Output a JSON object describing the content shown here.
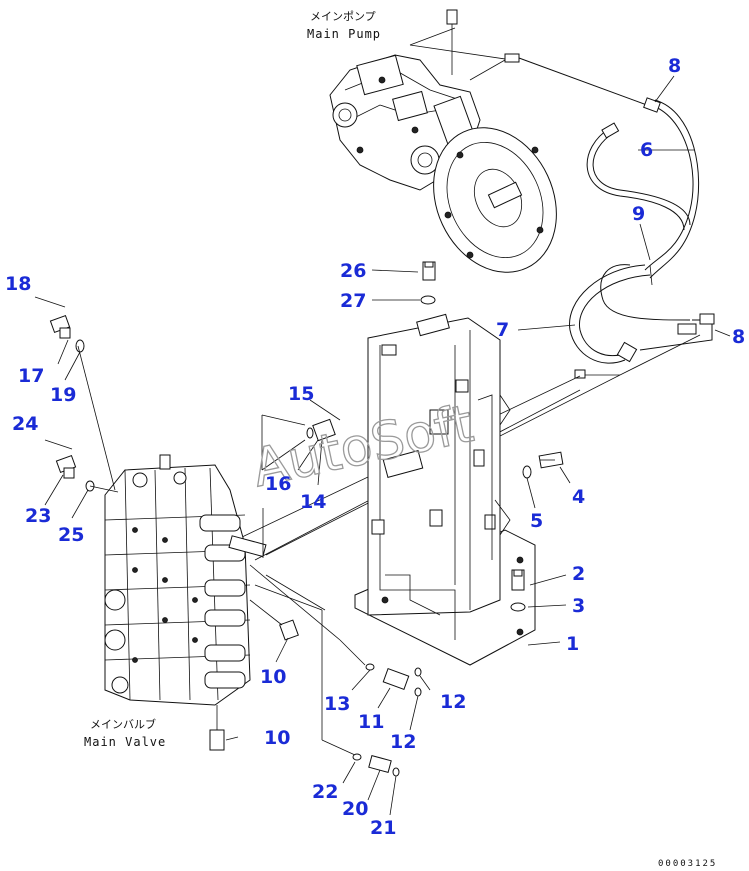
{
  "labels": {
    "main_pump_jp": "メインポンプ",
    "main_pump_en": "Main Pump",
    "main_valve_jp": "メインバルブ",
    "main_valve_en": "Main Valve",
    "watermark": "AutoSoft",
    "drawing_code": "00003125"
  },
  "callouts": [
    "1",
    "2",
    "3",
    "4",
    "5",
    "6",
    "7",
    "8",
    "8",
    "9",
    "10",
    "10",
    "11",
    "12",
    "12",
    "13",
    "14",
    "15",
    "16",
    "17",
    "18",
    "19",
    "20",
    "21",
    "22",
    "23",
    "24",
    "25",
    "26",
    "27"
  ],
  "colors": {
    "callout": "#1a2bd6",
    "line": "#111111",
    "watermark": "#9a9a9a"
  }
}
